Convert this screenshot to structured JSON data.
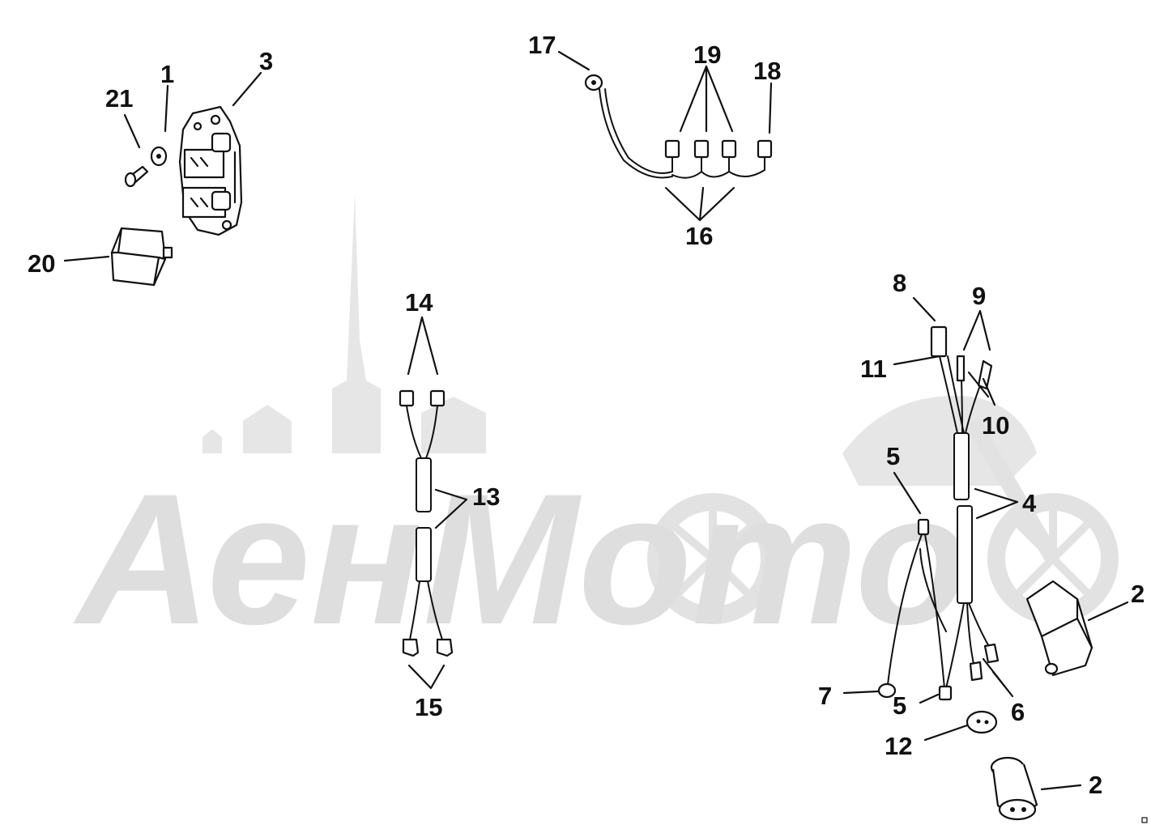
{
  "colors": {
    "ink": "#111111",
    "watermark": "#dedede",
    "background": "#ffffff"
  },
  "watermark": {
    "text": "АенМото"
  },
  "callouts": [
    {
      "id": "c1",
      "label": "1"
    },
    {
      "id": "c2a",
      "label": "2"
    },
    {
      "id": "c2b",
      "label": "2"
    },
    {
      "id": "c3",
      "label": "3"
    },
    {
      "id": "c4",
      "label": "4"
    },
    {
      "id": "c5a",
      "label": "5"
    },
    {
      "id": "c5b",
      "label": "5"
    },
    {
      "id": "c6",
      "label": "6"
    },
    {
      "id": "c7",
      "label": "7"
    },
    {
      "id": "c8",
      "label": "8"
    },
    {
      "id": "c9",
      "label": "9"
    },
    {
      "id": "c10",
      "label": "10"
    },
    {
      "id": "c11",
      "label": "11"
    },
    {
      "id": "c12",
      "label": "12"
    },
    {
      "id": "c13",
      "label": "13"
    },
    {
      "id": "c14",
      "label": "14"
    },
    {
      "id": "c15",
      "label": "15"
    },
    {
      "id": "c16",
      "label": "16"
    },
    {
      "id": "c17",
      "label": "17"
    },
    {
      "id": "c18",
      "label": "18"
    },
    {
      "id": "c19",
      "label": "19"
    },
    {
      "id": "c20",
      "label": "20"
    },
    {
      "id": "c21",
      "label": "21"
    }
  ]
}
